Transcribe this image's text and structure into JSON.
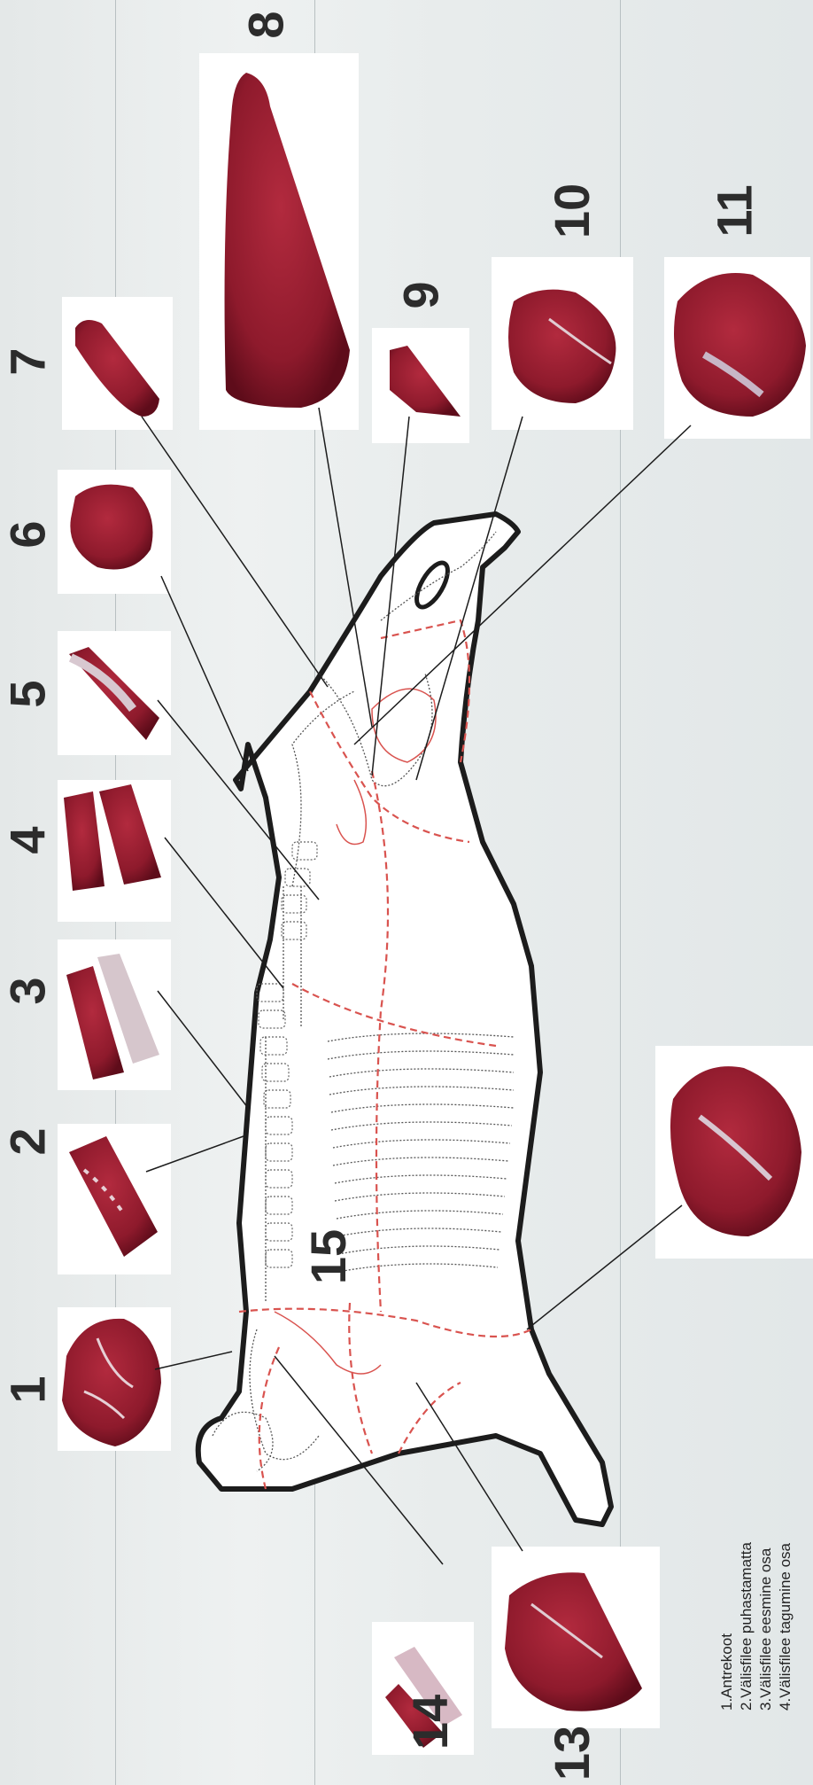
{
  "labels": [
    "1",
    "2",
    "3",
    "4",
    "5",
    "6",
    "7",
    "8",
    "9",
    "10",
    "11",
    "13",
    "14",
    "15"
  ],
  "legend": [
    "1.Antrekoot",
    "2.Välisfilee puhastamatta",
    "3.Välisfilee eesmine osa",
    "4.Välisfilee tagumine osa"
  ],
  "colors": {
    "meat": "#8e1a2c",
    "meat_dark": "#6a0f1e",
    "fat": "#d9c2cc",
    "outline": "#1c1c1c",
    "cut_lines": "#d9534f",
    "bones": "#555555"
  }
}
